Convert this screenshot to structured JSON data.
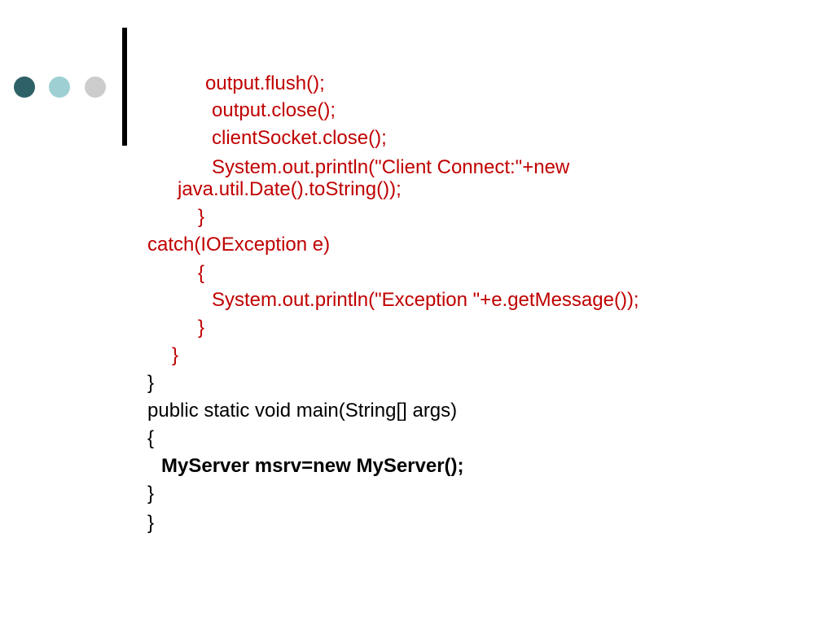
{
  "theme": {
    "dot_colors": [
      "#2f6168",
      "#9ed0d3",
      "#cccccc"
    ],
    "divider_color": "#000000",
    "code_red": "#c00000",
    "code_black": "#000000"
  },
  "code_lines": [
    "output.flush();",
    "output.close();",
    "clientSocket.close();",
    "System.out.println(\"Client Connect:\"+new",
    "java.util.Date().toString());",
    "}",
    "catch(IOException e)",
    "{",
    "System.out.println(\"Exception \"+e.getMessage());",
    "}",
    "}",
    "}",
    "public static void main(String[] args)",
    "{",
    "MyServer msrv=new MyServer();",
    "}",
    "}"
  ]
}
